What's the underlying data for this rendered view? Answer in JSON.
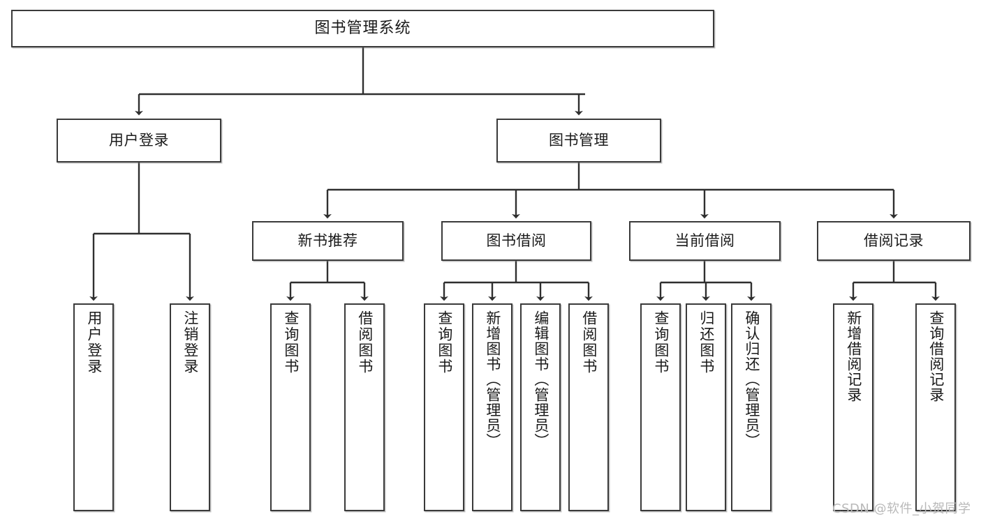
{
  "diagram": {
    "type": "tree",
    "title": "图书管理系统",
    "watermark": "CSDN @软件_小贺同学",
    "stroke_color": "#3a3a3a",
    "background_color": "#ffffff",
    "text_color": "#1a1a1a",
    "nodes": {
      "root": {
        "label": "图书管理系统"
      },
      "level2": [
        {
          "label": "用户登录"
        },
        {
          "label": "图书管理"
        }
      ],
      "level3": [
        {
          "label": "新书推荐"
        },
        {
          "label": "图书借阅"
        },
        {
          "label": "当前借阅"
        },
        {
          "label": "借阅记录"
        }
      ],
      "leaves_user_login": [
        {
          "label": "用户登录"
        },
        {
          "label": "注销登录"
        }
      ],
      "leaves_new_book": [
        {
          "label": "查询图书"
        },
        {
          "label": "借阅图书"
        }
      ],
      "leaves_borrow": [
        {
          "label": "查询图书"
        },
        {
          "label": "新增图书（管理员）"
        },
        {
          "label": "编辑图书（管理员）"
        },
        {
          "label": "借阅图书"
        }
      ],
      "leaves_current": [
        {
          "label": "查询图书"
        },
        {
          "label": "归还图书"
        },
        {
          "label": "确认归还（管理员）"
        }
      ],
      "leaves_record": [
        {
          "label": "新增借阅记录"
        },
        {
          "label": "查询借阅记录"
        }
      ]
    }
  }
}
